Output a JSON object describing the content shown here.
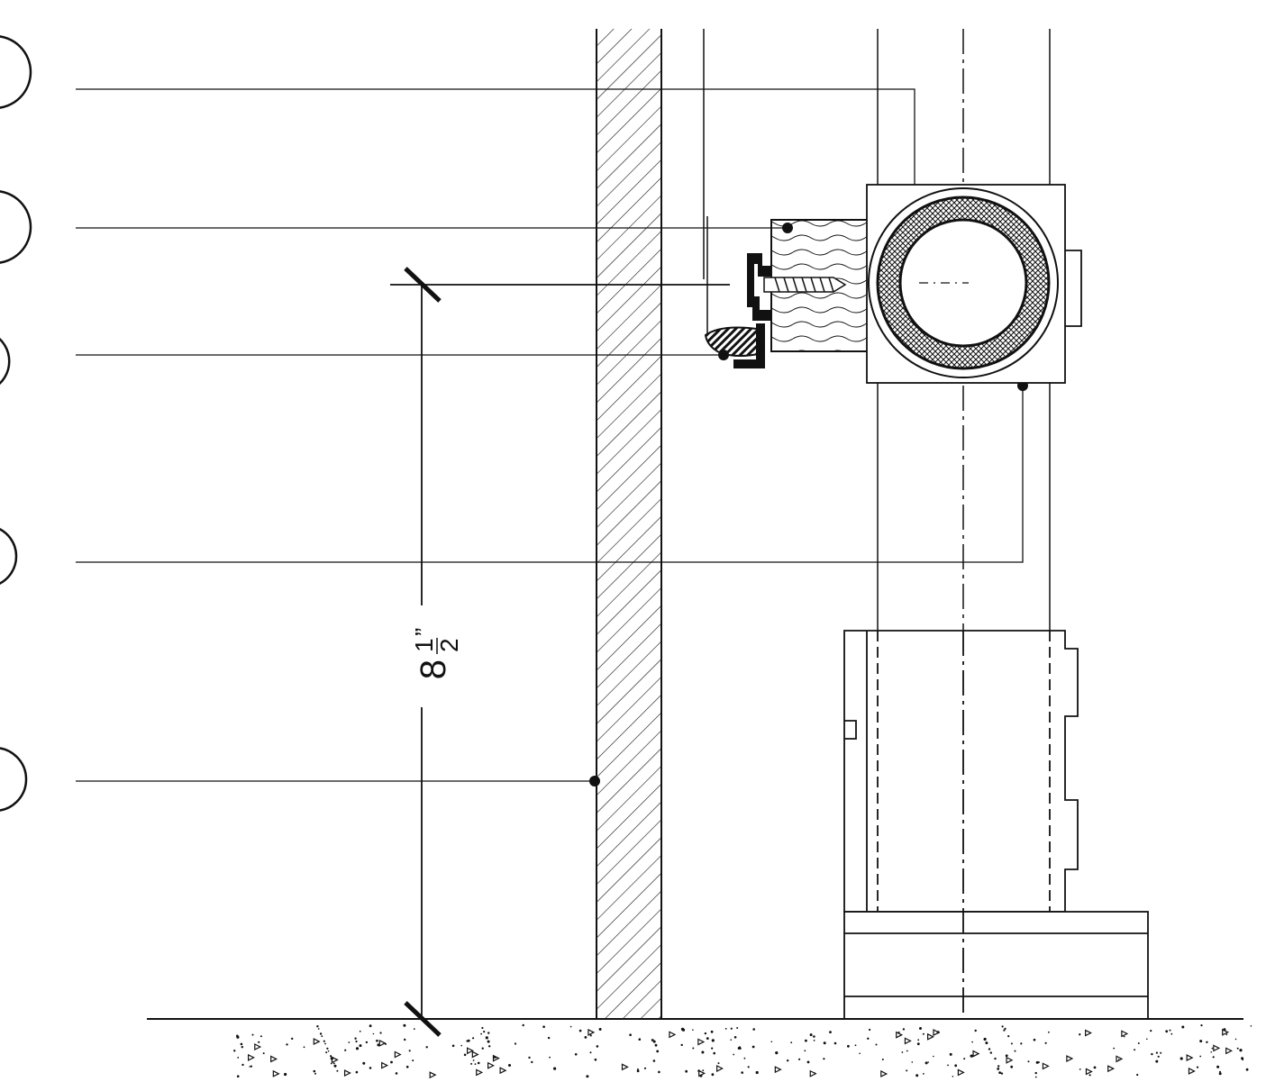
{
  "dimension": {
    "whole": "8",
    "numerator": "1",
    "denominator": "2",
    "unit": "”"
  },
  "callouts": [
    {
      "id": "callout-1"
    },
    {
      "id": "callout-2"
    },
    {
      "id": "callout-3"
    },
    {
      "id": "callout-4"
    },
    {
      "id": "callout-5"
    }
  ],
  "colors": {
    "line": "#111111",
    "background": "#ffffff"
  }
}
